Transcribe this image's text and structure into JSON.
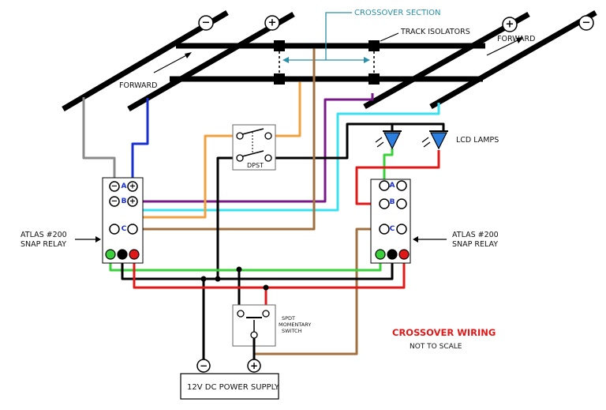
{
  "labels": {
    "crossover_section": "CROSSOVER SECTION",
    "track_isolators": "TRACK ISOLATORS",
    "forward_left": "FORWARD",
    "forward_right": "FORWARD",
    "lcd_lamps": "LCD LAMPS",
    "dpst": "DPST",
    "spdt_line1": "SPDT",
    "spdt_line2": "MOMENTARY",
    "spdt_line3": "SWITCH",
    "relay_left_line1": "ATLAS #200",
    "relay_left_line2": "SNAP RELAY",
    "relay_right_line1": "ATLAS #200",
    "relay_right_line2": "SNAP RELAY",
    "title": "CROSSOVER WIRING",
    "subtitle": "NOT TO SCALE",
    "power_supply": "12V DC POWER SUPPLY"
  },
  "symbols": {
    "minus": "−",
    "plus": "+",
    "term_a": "A",
    "term_b": "B",
    "term_c": "C"
  },
  "colors": {
    "track": "#000000",
    "gray_wire": "#8a8a8a",
    "blue_wire": "#1a2fd0",
    "purple_wire": "#7a1a8a",
    "cyan_wire": "#39e0f0",
    "orange_wire": "#f0a040",
    "brown_wire": "#a07040",
    "green_wire": "#3ad13a",
    "red_wire": "#e01818",
    "black_wire": "#000000",
    "led_fill": "#2a7fe0",
    "title_red": "#e01818",
    "crossover_teal": "#2a8fa8"
  }
}
